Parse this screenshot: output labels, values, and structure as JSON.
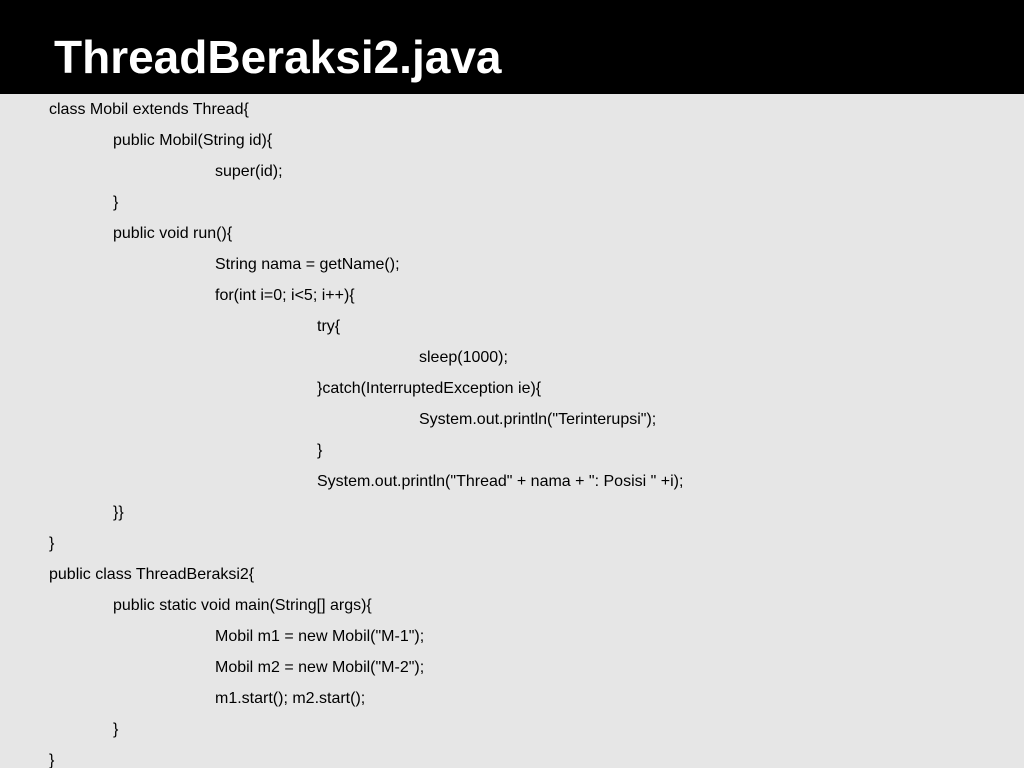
{
  "slide": {
    "title": "ThreadBeraksi2.java",
    "colors": {
      "title_bar": "#000000",
      "title_text": "#ffffff",
      "background": "#e6e6e6",
      "code_text": "#000000"
    }
  },
  "code": {
    "lines": [
      {
        "indent": 0,
        "text": "class Mobil extends Thread{"
      },
      {
        "indent": 1,
        "text": "public Mobil(String id){"
      },
      {
        "indent": 2,
        "text": "super(id);"
      },
      {
        "indent": 1,
        "text": "}"
      },
      {
        "indent": 1,
        "text": "public void run(){"
      },
      {
        "indent": 2,
        "text": "String nama = getName();"
      },
      {
        "indent": 2,
        "text": "for(int i=0; i<5; i++){"
      },
      {
        "indent": 3,
        "text": "try{"
      },
      {
        "indent": 4,
        "text": "sleep(1000);"
      },
      {
        "indent": 3,
        "text": "}catch(InterruptedException ie){"
      },
      {
        "indent": 4,
        "text": "System.out.println(\"Terinterupsi\");"
      },
      {
        "indent": 3,
        "text": "}"
      },
      {
        "indent": 3,
        "text": "System.out.println(\"Thread\" + nama + \": Posisi \" +i);"
      },
      {
        "indent": 1,
        "text": "}}"
      },
      {
        "indent": 0,
        "text": "}"
      },
      {
        "indent": 0,
        "text": "public class ThreadBeraksi2{"
      },
      {
        "indent": 1,
        "text": "public static void main(String[] args){"
      },
      {
        "indent": 2,
        "text": "Mobil m1 = new Mobil(\"M-1\");"
      },
      {
        "indent": 2,
        "text": "Mobil m2 = new Mobil(\"M-2\");"
      },
      {
        "indent": 2,
        "text": "m1.start(); m2.start();"
      },
      {
        "indent": 1,
        "text": "}"
      },
      {
        "indent": 0,
        "text": "}"
      }
    ]
  }
}
